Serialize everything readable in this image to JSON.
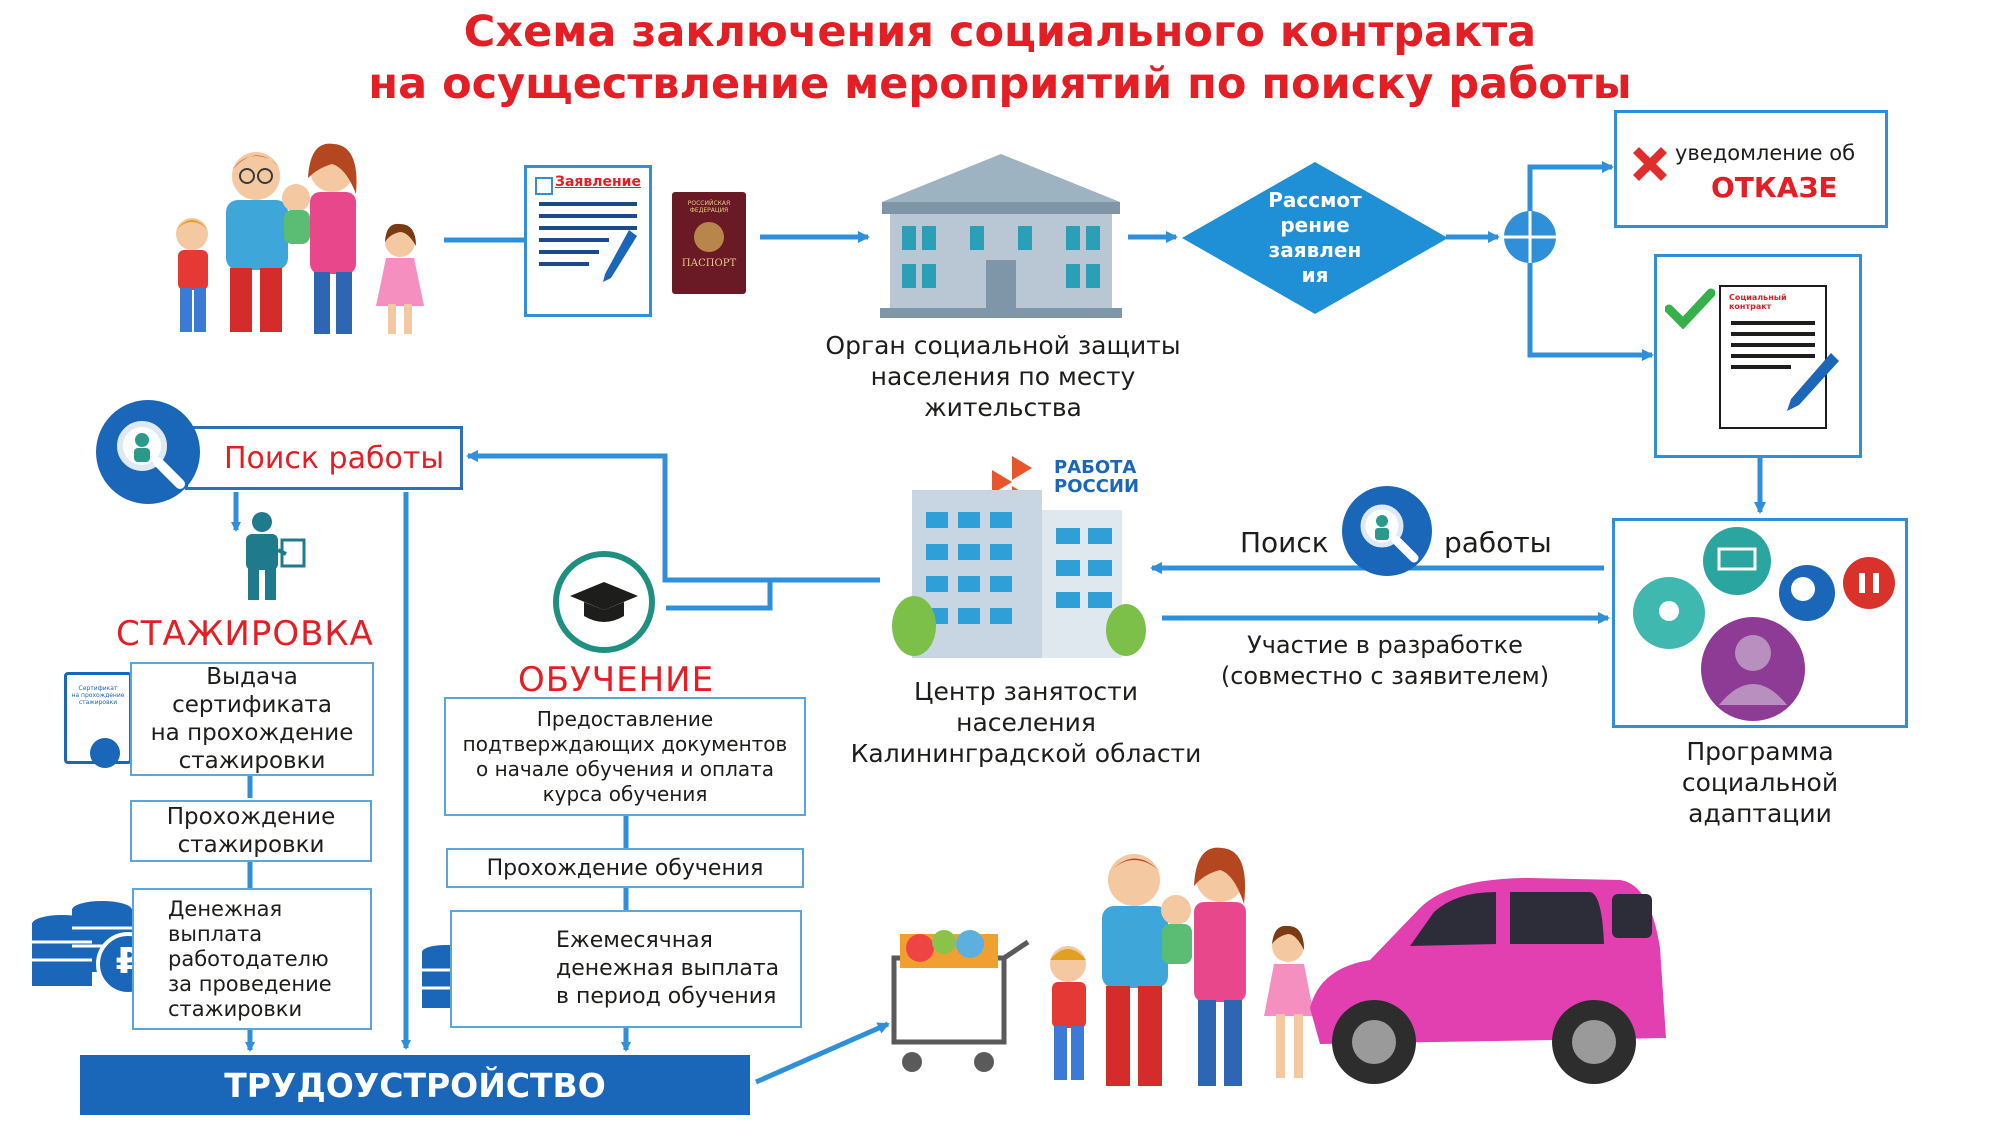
{
  "title": {
    "line1": "Схема заключения социального контракта",
    "line2": "на осуществление мероприятий по поиску работы"
  },
  "documents": {
    "application_label": "Заявление",
    "passport_label": "ПАСПОРТ",
    "passport_top": "РОССИЙСКАЯ ФЕДЕРАЦИЯ"
  },
  "social_org": {
    "line1": "Орган социальной защиты",
    "line2": "населения по месту",
    "line3": "жительства"
  },
  "review": {
    "line1": "Рассмот",
    "line2": "рение",
    "line3": "заявлен",
    "line4": "ия"
  },
  "refusal": {
    "line1": "уведомление об",
    "line2": "ОТКАЗЕ"
  },
  "contract_doc": {
    "line1": "Социальный",
    "line2": "контракт"
  },
  "employment_center": {
    "logo_line1": "РАБОТА",
    "logo_line2": "РОССИИ",
    "line1": "Центр занятости",
    "line2": "населения",
    "line3": "Калининградской области"
  },
  "job_search_mid": {
    "left": "Поиск",
    "right": "работы"
  },
  "participation": {
    "line1": "Участие в разработке",
    "line2": "(совместно с заявителем)"
  },
  "program": {
    "line1": "Программа",
    "line2": "социальной",
    "line3": "адаптации"
  },
  "job_search_box": "Поиск работы",
  "internship": {
    "heading": "СТАЖИРОВКА",
    "cert_box": {
      "line1": "Выдача",
      "line2": "сертификата",
      "line3": "на прохождение",
      "line4": "стажировки"
    },
    "cert_icon": {
      "line1": "Сертификат",
      "line2": "на прохождение",
      "line3": "стажировки"
    },
    "pass_box": {
      "line1": "Прохождение",
      "line2": "стажировки"
    },
    "payment_box": {
      "line1": "Денежная",
      "line2": "выплата",
      "line3": "работодателю",
      "line4": "за проведение",
      "line5": "стажировки"
    }
  },
  "training": {
    "heading": "ОБУЧЕНИЕ",
    "docs_box": {
      "line1": "Предоставление",
      "line2": "подтверждающих документов",
      "line3": "о начале обучения и оплата",
      "line4": "курса обучения"
    },
    "pass_box": "Прохождение обучения",
    "payment_box": {
      "line1": "Ежемесячная",
      "line2": "денежная выплата",
      "line3": "в период обучения"
    }
  },
  "ruble_symbol": "₽",
  "employment_bar": "ТРУДОУСТРОЙСТВО",
  "colors": {
    "title_red": "#e31e24",
    "arrow_blue": "#2f8fd8",
    "box_border": "#5aa6da",
    "bar_blue": "#1a66b8",
    "diamond": "#1f8fd6",
    "teal": "#1f8f80"
  }
}
